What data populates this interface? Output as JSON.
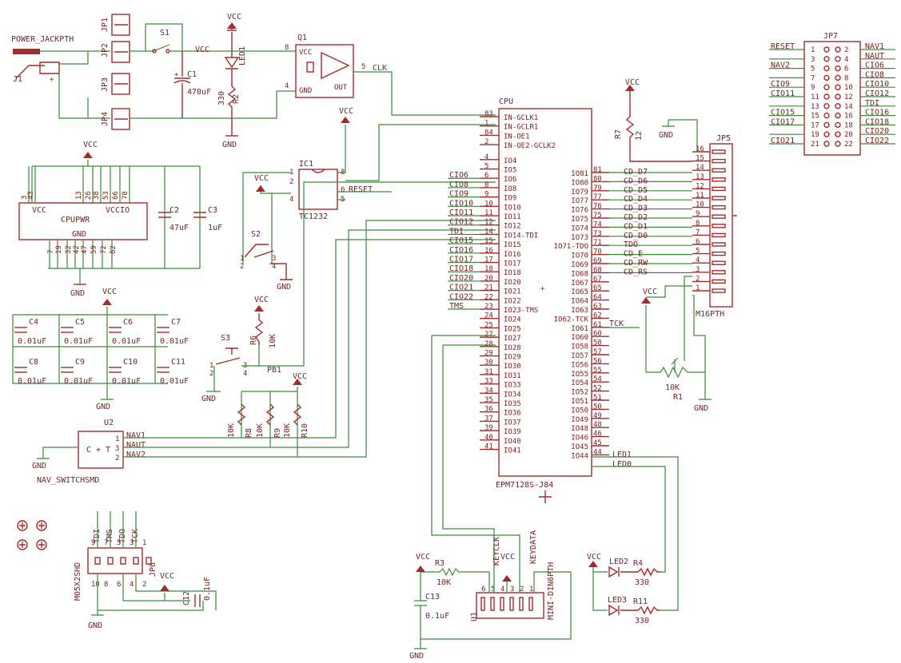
{
  "colors": {
    "wire": "#3a8a3a",
    "part": "#a52a2a",
    "text": "#7a2020",
    "background": "#ffffff"
  },
  "power": {
    "jack_label": "POWER_JACKPTH",
    "j1": "J1",
    "jp1": "JP1",
    "jp2": "JP2",
    "jp3": "JP3",
    "jp4": "JP4",
    "s1": "S1",
    "vcc_net": "VCC",
    "c1": "C1",
    "c1_val": "470uF",
    "led1": "LED1",
    "r2": "R2",
    "r2_val": "330",
    "vcc": "VCC",
    "gnd": "GND",
    "plus": "+"
  },
  "osc": {
    "name": "Q1",
    "vcc": "VCC",
    "gnd": "GND",
    "out": "OUT",
    "pin8": "8",
    "pin4": "4",
    "pin5": "5",
    "clk": "CLK"
  },
  "tc1232": {
    "name": "IC1",
    "value": "TC1232",
    "vcc": "VCC",
    "reset": "RESET",
    "pins": [
      "1",
      "2",
      "4",
      "8",
      "6",
      "5"
    ]
  },
  "s2": {
    "name": "S2",
    "pins": [
      "1",
      "2",
      "3",
      "4"
    ],
    "gnd": "GND"
  },
  "s3": {
    "name": "S3",
    "pins": [
      "1",
      "2",
      "3",
      "4"
    ],
    "gnd": "GND",
    "r6": "R6",
    "r6_val": "10K",
    "pb1": "PB1",
    "vcc": "VCC"
  },
  "cpupwr": {
    "name": "CPUPWR",
    "vcc": "VCC",
    "vccio": "VCCIO",
    "gnd": "GND",
    "top_pins": [
      "3",
      "43",
      "13",
      "26",
      "38",
      "53",
      "66",
      "78"
    ],
    "bot_pins": [
      "7",
      "19",
      "32",
      "42",
      "47",
      "59",
      "72",
      "82"
    ],
    "c2": "C2",
    "c2_val": "47uF",
    "c3": "C3",
    "c3_val": "1uF",
    "vcc_top": "VCC",
    "gnd_bot": "GND"
  },
  "decoupling": {
    "caps": [
      {
        "name": "C4",
        "val": "0.01uF"
      },
      {
        "name": "C5",
        "val": "0.01uF"
      },
      {
        "name": "C6",
        "val": "0.01uF"
      },
      {
        "name": "C7",
        "val": "0.01uF"
      },
      {
        "name": "C8",
        "val": "0.01uF"
      },
      {
        "name": "C9",
        "val": "0.01uF"
      },
      {
        "name": "C10",
        "val": "0.01uF"
      },
      {
        "name": "C11",
        "val": "0.01uF"
      }
    ],
    "vcc": "VCC",
    "gnd": "GND"
  },
  "nav": {
    "name": "U2",
    "value": "NAV_SWITCHSMD",
    "gnd": "GND",
    "sym": "C + T",
    "pins": [
      "1",
      "3",
      "2"
    ],
    "nets": [
      "NAV1",
      "NAUT",
      "NAV2"
    ],
    "resistors": [
      {
        "name": "R8",
        "val": "10K"
      },
      {
        "name": "R9",
        "val": "10K"
      },
      {
        "name": "R10",
        "val": "10K"
      }
    ],
    "vcc": "VCC"
  },
  "cpu": {
    "name": "CPU",
    "value": "EPM7128S-J84",
    "left": [
      {
        "pin": "83",
        "label": "IN-GCLK1"
      },
      {
        "pin": "1",
        "label": "IN-GCLR1"
      },
      {
        "pin": "84",
        "label": "IN-OE1"
      },
      {
        "pin": "2",
        "label": "IN-OE2-GCLK2"
      },
      {
        "pin": "4",
        "label": "IO4"
      },
      {
        "pin": "5",
        "label": "IO5"
      },
      {
        "pin": "6",
        "label": "IO6"
      },
      {
        "pin": "8",
        "label": "IO8"
      },
      {
        "pin": "9",
        "label": "IO9"
      },
      {
        "pin": "10",
        "label": "IO10"
      },
      {
        "pin": "11",
        "label": "IO11"
      },
      {
        "pin": "12",
        "label": "IO12"
      },
      {
        "pin": "14",
        "label": "IO14-TDI"
      },
      {
        "pin": "15",
        "label": "IO15"
      },
      {
        "pin": "16",
        "label": "IO16"
      },
      {
        "pin": "17",
        "label": "IO17"
      },
      {
        "pin": "18",
        "label": "IO18"
      },
      {
        "pin": "20",
        "label": "IO20"
      },
      {
        "pin": "21",
        "label": "IO21"
      },
      {
        "pin": "22",
        "label": "IO22"
      },
      {
        "pin": "23",
        "label": "IO23-TMS"
      },
      {
        "pin": "24",
        "label": "IO24"
      },
      {
        "pin": "25",
        "label": "IO25"
      },
      {
        "pin": "27",
        "label": "IO27"
      },
      {
        "pin": "28",
        "label": "IO28"
      },
      {
        "pin": "29",
        "label": "IO29"
      },
      {
        "pin": "30",
        "label": "IO30"
      },
      {
        "pin": "31",
        "label": "IO31"
      },
      {
        "pin": "33",
        "label": "IO33"
      },
      {
        "pin": "34",
        "label": "IO34"
      },
      {
        "pin": "35",
        "label": "IO35"
      },
      {
        "pin": "36",
        "label": "IO36"
      },
      {
        "pin": "37",
        "label": "IO37"
      },
      {
        "pin": "39",
        "label": "IO39"
      },
      {
        "pin": "40",
        "label": "IO40"
      },
      {
        "pin": "41",
        "label": "IO41"
      }
    ],
    "left_nets": [
      "CIO6",
      "CIO8",
      "CIO9",
      "CIO10",
      "CIO11",
      "CIO12",
      "TDI",
      "CIO15",
      "CIO16",
      "CIO17",
      "CIO18",
      "CIO20",
      "CIO21",
      "CIO22",
      "TMS"
    ],
    "right": [
      {
        "pin": "81",
        "label": "IO81"
      },
      {
        "pin": "80",
        "label": "IO80"
      },
      {
        "pin": "79",
        "label": "IO79"
      },
      {
        "pin": "77",
        "label": "IO77"
      },
      {
        "pin": "76",
        "label": "IO76"
      },
      {
        "pin": "75",
        "label": "IO75"
      },
      {
        "pin": "74",
        "label": "IO74"
      },
      {
        "pin": "73",
        "label": "IO73"
      },
      {
        "pin": "71",
        "label": "IO71-TDO"
      },
      {
        "pin": "70",
        "label": "IO70"
      },
      {
        "pin": "69",
        "label": "IO69"
      },
      {
        "pin": "68",
        "label": "IO68"
      },
      {
        "pin": "67",
        "label": "IO67"
      },
      {
        "pin": "65",
        "label": "IO65"
      },
      {
        "pin": "64",
        "label": "IO64"
      },
      {
        "pin": "63",
        "label": "IO63"
      },
      {
        "pin": "62",
        "label": "IO62-TCK"
      },
      {
        "pin": "61",
        "label": "IO61"
      },
      {
        "pin": "60",
        "label": "IO60"
      },
      {
        "pin": "58",
        "label": "IO58"
      },
      {
        "pin": "57",
        "label": "IO57"
      },
      {
        "pin": "56",
        "label": "IO56"
      },
      {
        "pin": "55",
        "label": "IO55"
      },
      {
        "pin": "54",
        "label": "IO54"
      },
      {
        "pin": "52",
        "label": "IO52"
      },
      {
        "pin": "51",
        "label": "IO51"
      },
      {
        "pin": "50",
        "label": "IO50"
      },
      {
        "pin": "49",
        "label": "IO49"
      },
      {
        "pin": "48",
        "label": "IO48"
      },
      {
        "pin": "46",
        "label": "IO46"
      },
      {
        "pin": "45",
        "label": "IO45"
      },
      {
        "pin": "44",
        "label": "IO44"
      }
    ],
    "right_nets": [
      "CD_D7",
      "CD_D6",
      "CD_D5",
      "CD_D4",
      "CD_D3",
      "CD_D2",
      "CD_D1",
      "CD_D0",
      "TDO",
      "CD_E",
      "CD_RW",
      "CD_RS"
    ],
    "tck": "TCK",
    "led_nets": [
      "LED1",
      "LED0"
    ]
  },
  "jp5": {
    "name": "JP5",
    "value": "M16PTH",
    "pins": [
      "16",
      "15",
      "14",
      "13",
      "12",
      "11",
      "10",
      "9",
      "8",
      "7",
      "6",
      "5",
      "4",
      "3",
      "2",
      "1"
    ],
    "r7": "R7",
    "r7_val": "12",
    "vcc": "VCC",
    "gnd": "GND",
    "r1": "R1",
    "r1_val": "10K",
    "vcc2": "VCC",
    "gnd2": "GND"
  },
  "jp7": {
    "name": "JP7",
    "left_pins": [
      "1",
      "3",
      "5",
      "7",
      "9",
      "11",
      "13",
      "15",
      "17",
      "19",
      "21"
    ],
    "right_pins": [
      "2",
      "4",
      "6",
      "8",
      "10",
      "12",
      "14",
      "16",
      "18",
      "20",
      "22"
    ],
    "left_nets": [
      "RESET",
      "",
      "NAV2",
      "",
      "CIO9",
      "CIO11",
      "",
      "CIO15",
      "CIO17",
      "",
      "CIO21"
    ],
    "right_nets": [
      "NAV1",
      "NAUT",
      "CIO6",
      "CIO8",
      "CIO10",
      "CIO12",
      "TDI",
      "CIO16",
      "CIO18",
      "CIO20",
      "CIO22"
    ]
  },
  "jtag": {
    "name": "JP6",
    "value": "M05X2SHD",
    "top_pins": [
      "9",
      "7",
      "5",
      "3",
      "1"
    ],
    "bot_pins": [
      "10",
      "8",
      "6",
      "4",
      "2"
    ],
    "nets": [
      "TDI",
      "TMS",
      "TDO",
      "TCK"
    ],
    "vcc": "VCC",
    "gnd": "GND",
    "c12": "C12",
    "c12_val": "0.1uF"
  },
  "keyboard": {
    "name": "U1",
    "value": "MINI-DIN6PTH",
    "pins": [
      "6",
      "5",
      "4",
      "3",
      "2",
      "1"
    ],
    "keyclk": "KEYCLK",
    "keydata": "KEYDATA",
    "r3": "R3",
    "r3_val": "10K",
    "c13": "C13",
    "c13_val": "0.1uF",
    "vcc": "VCC",
    "vcc2": "VCC",
    "gnd": "GND"
  },
  "leds": {
    "led2": "LED2",
    "led3": "LED3",
    "r4": "R4",
    "r4_val": "330",
    "r11": "R11",
    "r11_val": "330",
    "vcc": "VCC"
  }
}
